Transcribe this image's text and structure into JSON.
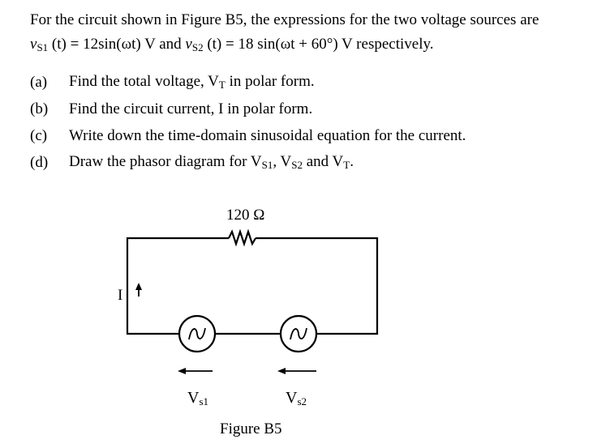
{
  "question": {
    "intro_line1": "For the circuit shown in Figure B5, the expressions for the two voltage sources are",
    "intro_line2": {
      "v1_sym": "v",
      "v1_sub": "S1",
      "v1_expr": " (t) = 12sin(ωt)  V and ",
      "v2_sym": "v",
      "v2_sub": "S2",
      "v2_expr": " (t) = 18 sin(ωt + 60°)  V respectively."
    },
    "parts": [
      {
        "label": "(a)",
        "text": "Find the total voltage, V",
        "sub": "T",
        "tail": " in polar form."
      },
      {
        "label": "(b)",
        "text": "Find the circuit current, I in polar form.",
        "sub": "",
        "tail": ""
      },
      {
        "label": "(c)",
        "text": "Write down the time-domain sinusoidal equation for the current.",
        "sub": "",
        "tail": ""
      },
      {
        "label": "(d)",
        "text": "Draw the phasor diagram for V",
        "sub": "S1",
        "tail": ", V",
        "sub2": "S2",
        "tail2": " and V",
        "sub3": "T",
        "tail3": "."
      }
    ]
  },
  "figure": {
    "resistor_label": "120 Ω",
    "current_label": "I",
    "source1_label": "V",
    "source1_sub": "s1",
    "source2_label": "V",
    "source2_sub": "s2",
    "caption": "Figure B5"
  }
}
